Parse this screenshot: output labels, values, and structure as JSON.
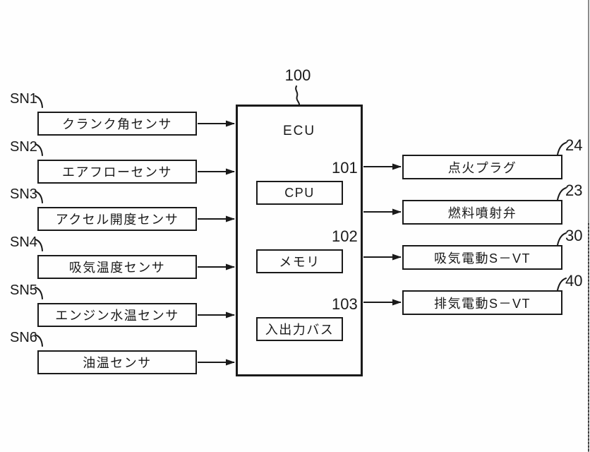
{
  "figure": {
    "ecu": {
      "ref": "100",
      "label": "ECU"
    },
    "modules": [
      {
        "ref": "101",
        "label": "CPU"
      },
      {
        "ref": "102",
        "label": "メモリ"
      },
      {
        "ref": "103",
        "label": "入出力バス"
      }
    ],
    "sensors": [
      {
        "ref": "SN1",
        "label": "クランク角センサ"
      },
      {
        "ref": "SN2",
        "label": "エアフローセンサ"
      },
      {
        "ref": "SN3",
        "label": "アクセル開度センサ"
      },
      {
        "ref": "SN4",
        "label": "吸気温度センサ"
      },
      {
        "ref": "SN5",
        "label": "エンジン水温センサ"
      },
      {
        "ref": "SN6",
        "label": "油温センサ"
      }
    ],
    "actuators": [
      {
        "ref": "24",
        "label": "点火プラグ"
      },
      {
        "ref": "23",
        "label": "燃料噴射弁"
      },
      {
        "ref": "30",
        "label": "吸気電動S－VT"
      },
      {
        "ref": "40",
        "label": "排気電動S－VT"
      }
    ]
  },
  "colors": {
    "line": "#1a1a1a",
    "background": "#fefefe",
    "scan_artifact": "#6e6e6e"
  }
}
